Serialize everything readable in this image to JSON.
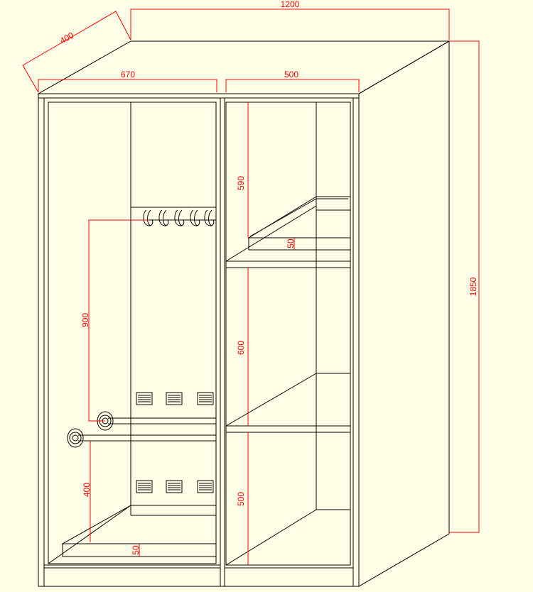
{
  "diagram": {
    "dimensions": {
      "width_total": "1200",
      "depth": "400",
      "left_section_width": "670",
      "right_section_width": "500",
      "height_total": "1850",
      "hook_height": "900",
      "lower_rod_height": "400",
      "left_tray_height": "50",
      "top_shelf_gap": "590",
      "shelf_tray_height": "50",
      "middle_shelf_gap": "600",
      "bottom_shelf_gap": "500"
    },
    "colors": {
      "background": "#ffffe8",
      "outline": "#000000",
      "dimension": "#ff0000"
    }
  }
}
